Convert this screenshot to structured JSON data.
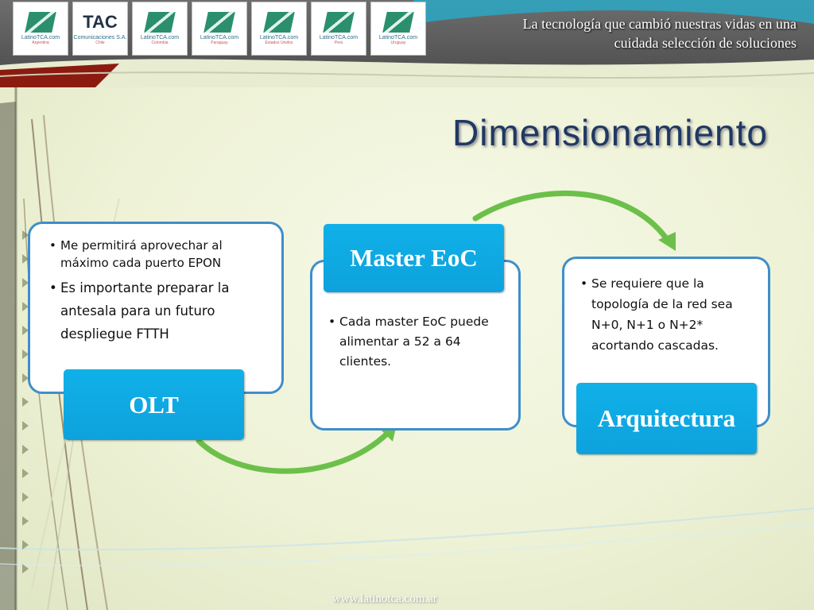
{
  "header": {
    "logos": [
      {
        "name": "LatinoTCA.com",
        "sub": "Argentina"
      },
      {
        "name": "Comunicaciones S.A.",
        "sub": "Chile",
        "brand": "TAC"
      },
      {
        "name": "LatinoTCA.com",
        "sub": "Colombia"
      },
      {
        "name": "LatinoTCA.com",
        "sub": "Paraguay"
      },
      {
        "name": "LatinoTCA.com",
        "sub": "Estados Unidos"
      },
      {
        "name": "LatinoTCA.com",
        "sub": "Perú"
      },
      {
        "name": "LatinoTCA.com",
        "sub": "Uruguay"
      }
    ],
    "tagline_line1": "La tecnología que cambió nuestras vidas en una",
    "tagline_line2": "cuidada selección de soluciones"
  },
  "title": "Dimensionamiento",
  "steps": {
    "olt": {
      "label": "OLT",
      "bullets": [
        "Me permitirá aprovechar al máximo cada puerto EPON",
        "Es importante preparar la antesala para un futuro despliegue FTTH"
      ]
    },
    "master": {
      "label": "Master EoC",
      "bullets": [
        "Cada master EoC puede alimentar a 52 a 64 clientes."
      ]
    },
    "arq": {
      "label": "Arquitectura",
      "bullets": [
        "Se requiere que la topología de la red sea N+0, N+1 o N+2* acortando cascadas."
      ]
    }
  },
  "footer": {
    "url": "www.latinotca.com.ar"
  },
  "colors": {
    "label_blue": "#0ea5e0",
    "box_border": "#3f8ec9",
    "arrow_green": "#6cc04a",
    "title": "#1f3864",
    "header_gray": "#5a5a5a",
    "accent_red": "#8b1a10"
  }
}
